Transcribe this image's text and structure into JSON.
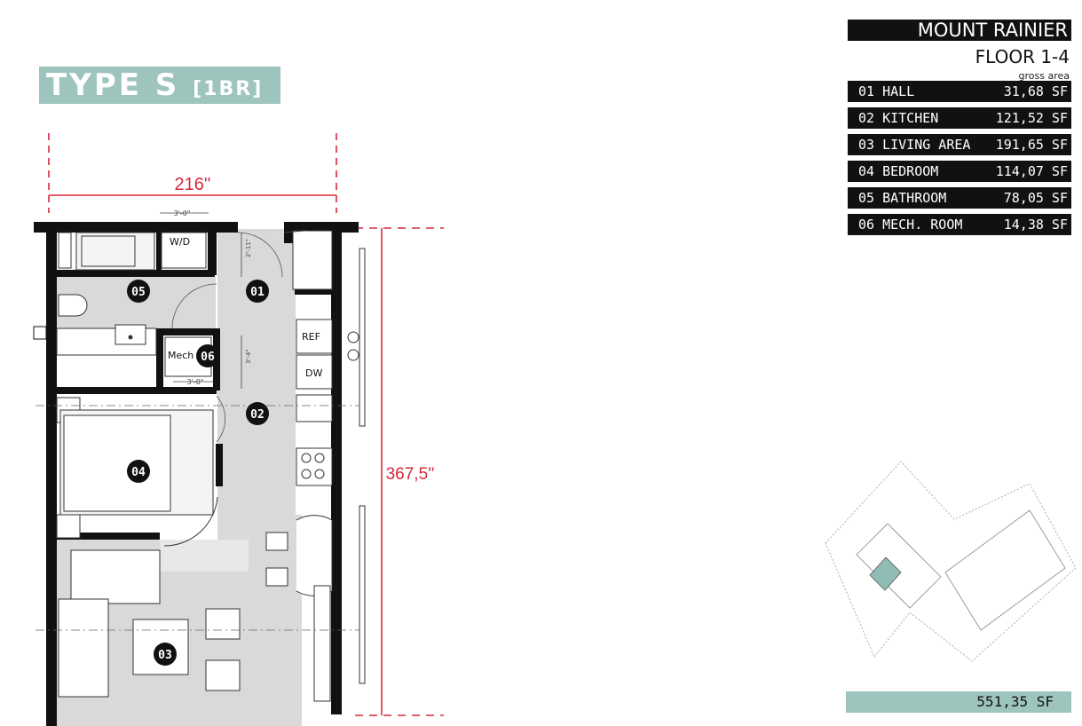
{
  "unit": {
    "type_label": "TYPE S",
    "bedroom_label": "[1BR]"
  },
  "building": {
    "name": "MOUNT RAINIER",
    "floor": "FLOOR 1-4",
    "area_caption": "gross area"
  },
  "rooms": [
    {
      "label": "01 HALL",
      "area": "31,68 SF"
    },
    {
      "label": "02 KITCHEN",
      "area": "121,52 SF"
    },
    {
      "label": "03 LIVING AREA",
      "area": "191,65 SF"
    },
    {
      "label": "04 BEDROOM",
      "area": "114,07 SF"
    },
    {
      "label": "05 BATHROOM",
      "area": "78,05 SF"
    },
    {
      "label": "06 MECH. ROOM",
      "area": "14,38 SF"
    }
  ],
  "total_area": "551,35 SF",
  "plan": {
    "width_dim": "216''",
    "height_dim": "367,5''",
    "dim_top": "3'-0\"",
    "dim_mech": "3'-0\"",
    "dim_hall_v": "2'-11\"",
    "dim_mech_v": "3'-4\"",
    "fixtures": {
      "washer_dryer": "W/D",
      "fridge": "REF",
      "dishwasher": "DW",
      "mech": "Mech"
    },
    "room_markers": [
      "01",
      "02",
      "03",
      "04",
      "05",
      "06"
    ]
  },
  "colors": {
    "accent": "#9dc4bd",
    "dimension": "#d8283c",
    "wall": "#111111",
    "floor_fill": "#d9d9d9"
  }
}
